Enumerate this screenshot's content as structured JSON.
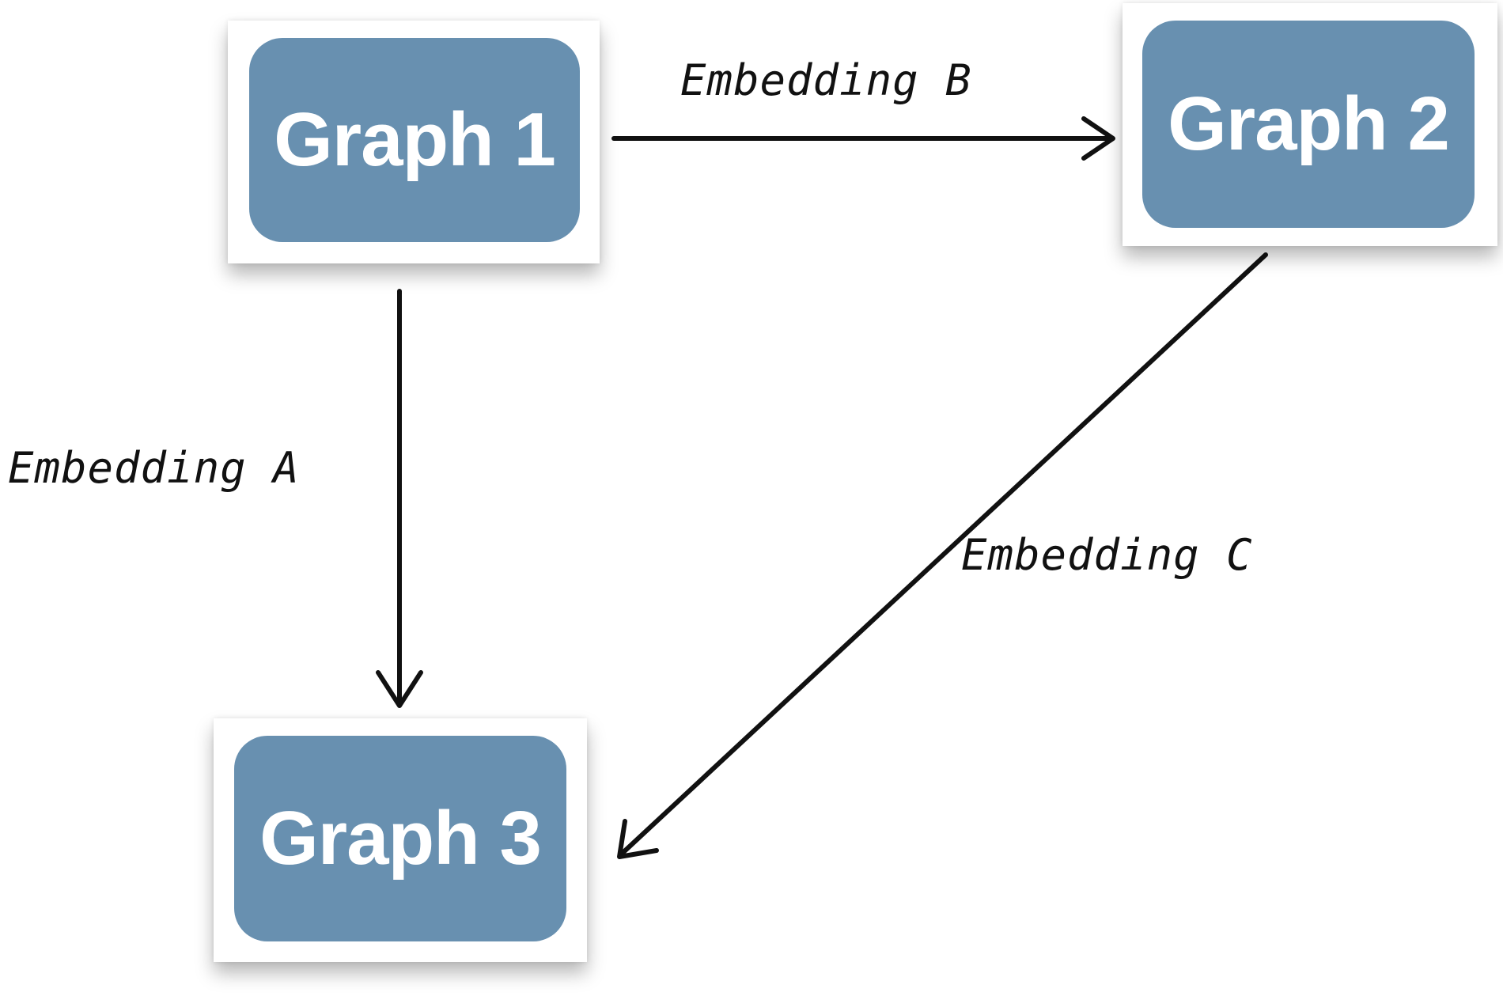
{
  "nodes": {
    "graph1": "Graph 1",
    "graph2": "Graph 2",
    "graph3": "Graph 3"
  },
  "edges": {
    "a": "Embedding A",
    "b": "Embedding B",
    "c": "Embedding C"
  },
  "colors": {
    "node_fill": "#6890b0",
    "node_text": "#ffffff",
    "arrow": "#111111"
  }
}
